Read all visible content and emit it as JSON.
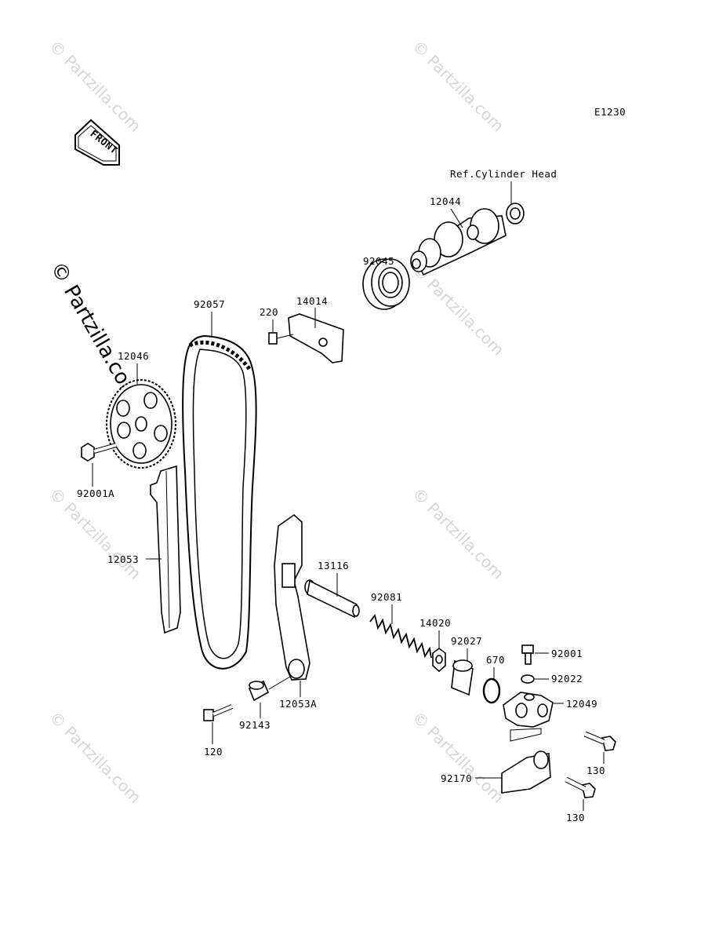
{
  "diagram_code": "E1230",
  "front_label": "FRONT",
  "reference_note": "Ref.Cylinder Head",
  "watermark_text": "© Partzilla.com",
  "labels": {
    "p12044": "12044",
    "p92045": "92045",
    "p14014": "14014",
    "p220": "220",
    "p92057": "92057",
    "p12046": "12046",
    "p92001A": "92001A",
    "p12053": "12053",
    "p13116": "13116",
    "p92081": "92081",
    "p14020": "14020",
    "p92027": "92027",
    "p670": "670",
    "p92001": "92001",
    "p92022": "92022",
    "p12049": "12049",
    "p130a": "130",
    "p130b": "130",
    "p92170": "92170",
    "p12053A": "12053A",
    "p92143": "92143",
    "p120": "120"
  }
}
